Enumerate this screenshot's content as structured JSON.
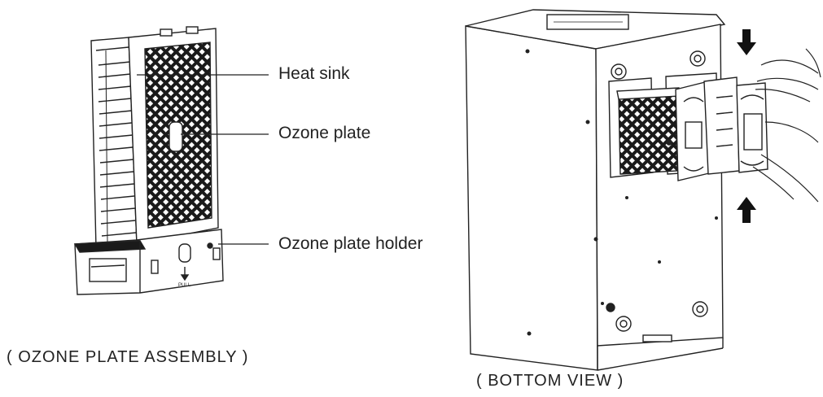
{
  "labels": {
    "heat_sink": "Heat sink",
    "ozone_plate": "Ozone plate",
    "ozone_plate_holder": "Ozone plate holder"
  },
  "captions": {
    "assembly": "( OZONE  PLATE  ASSEMBLY )",
    "bottom_view": "( BOTTOM  VIEW )"
  },
  "holder_marking": "PULL"
}
